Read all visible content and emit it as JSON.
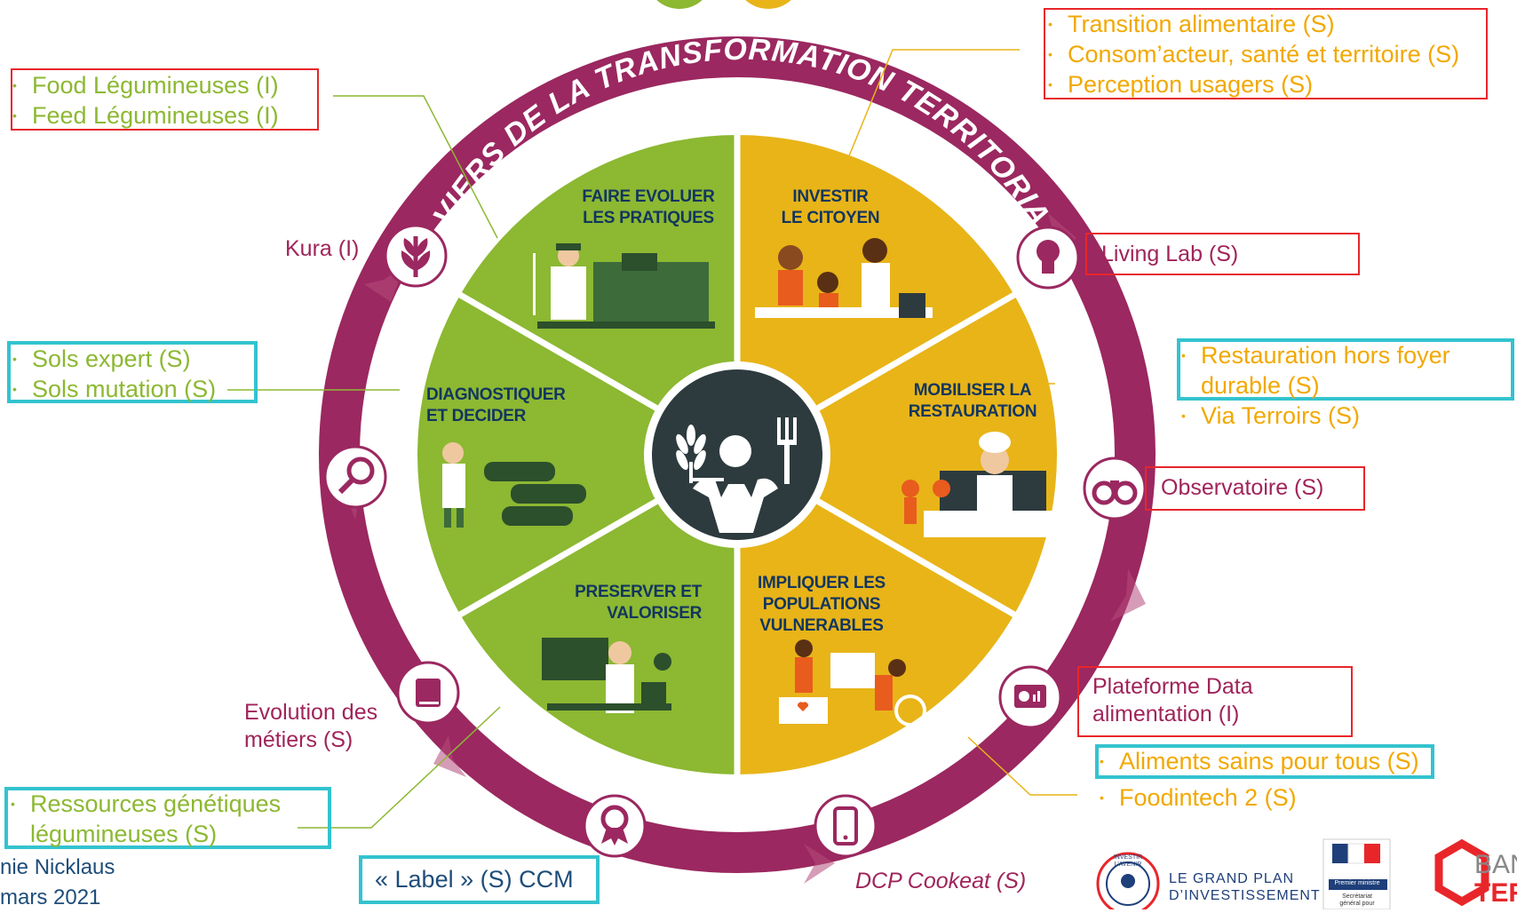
{
  "ring": {
    "title": "LEVIERS DE LA TRANSFORMATION TERRITORIALE"
  },
  "segments": [
    {
      "id": "pratiques",
      "title_l1": "FAIRE EVOLUER",
      "title_l2": "LES PRATIQUES",
      "color": "#8cb832",
      "icon": "farmer-icon"
    },
    {
      "id": "citoyen",
      "title_l1": "INVESTIR",
      "title_l2": "LE CITOYEN",
      "color": "#e8b418",
      "icon": "family-cooking-icon"
    },
    {
      "id": "restauration",
      "title_l1": "MOBILISER LA",
      "title_l2": "RESTAURATION",
      "color": "#e8b418",
      "icon": "chef-icon"
    },
    {
      "id": "populations",
      "title_l1": "IMPLIQUER LES",
      "title_l2": "POPULATIONS",
      "title_l3": "VULNERABLES",
      "color": "#e8b418",
      "icon": "vulnerable-people-icon"
    },
    {
      "id": "preserver",
      "title_l1": "PRESERVER ET",
      "title_l2": "VALORISER",
      "color": "#8cb832",
      "icon": "scientist-icon"
    },
    {
      "id": "diagnostiquer",
      "title_l1": "DIAGNOSTIQUER",
      "title_l2": "ET DECIDER",
      "color": "#8cb832",
      "icon": "doctor-field-icon"
    }
  ],
  "annotations": {
    "food_feed": [
      "Food Légumineuses (I)",
      "Feed Légumineuses (I)"
    ],
    "transition": [
      "Transition alimentaire (S)",
      "Consom’acteur, santé et territoire (S)",
      "Perception usagers (S)"
    ],
    "kura": "Kura (I)",
    "living_lab": "Living Lab (S)",
    "sols": [
      "Sols expert (S)",
      "Sols mutation (S)"
    ],
    "restauration": [
      "Restauration hors foyer",
      "durable (S)"
    ],
    "via_terroirs": "Via Terroirs (S)",
    "observatoire": "Observatoire (S)",
    "plateforme": [
      "Plateforme Data",
      "alimentation (I)"
    ],
    "aliments": "Aliments sains pour tous (S)",
    "foodintech": "Foodintech 2 (S)",
    "evolution": [
      "Evolution des",
      "métiers (S)"
    ],
    "ressources": [
      "Ressources génétiques",
      "légumineuses (S)"
    ],
    "label": "« Label » (S) CCM",
    "dcp": "DCP Cookeat (S)"
  },
  "footer": {
    "name": "nie Nicklaus",
    "date": "mars 2021",
    "gpi_l1": "LE GRAND PLAN",
    "gpi_l2": "D’INVESTISSEMENT",
    "gpi_seal": "INVESTIR L’AVENIR",
    "rf_l1": "Premier ministre",
    "rf_l2": "Secrétariat",
    "rf_l3": "général pour",
    "banque_l1": "BAN",
    "banque_l2": "TER"
  },
  "colors": {
    "ring": "#9b2860",
    "green": "#8cb832",
    "yellow": "#e8b418",
    "center": "#2d3b3e",
    "red_box": "#e8262a",
    "cyan_box": "#33c3cf"
  }
}
